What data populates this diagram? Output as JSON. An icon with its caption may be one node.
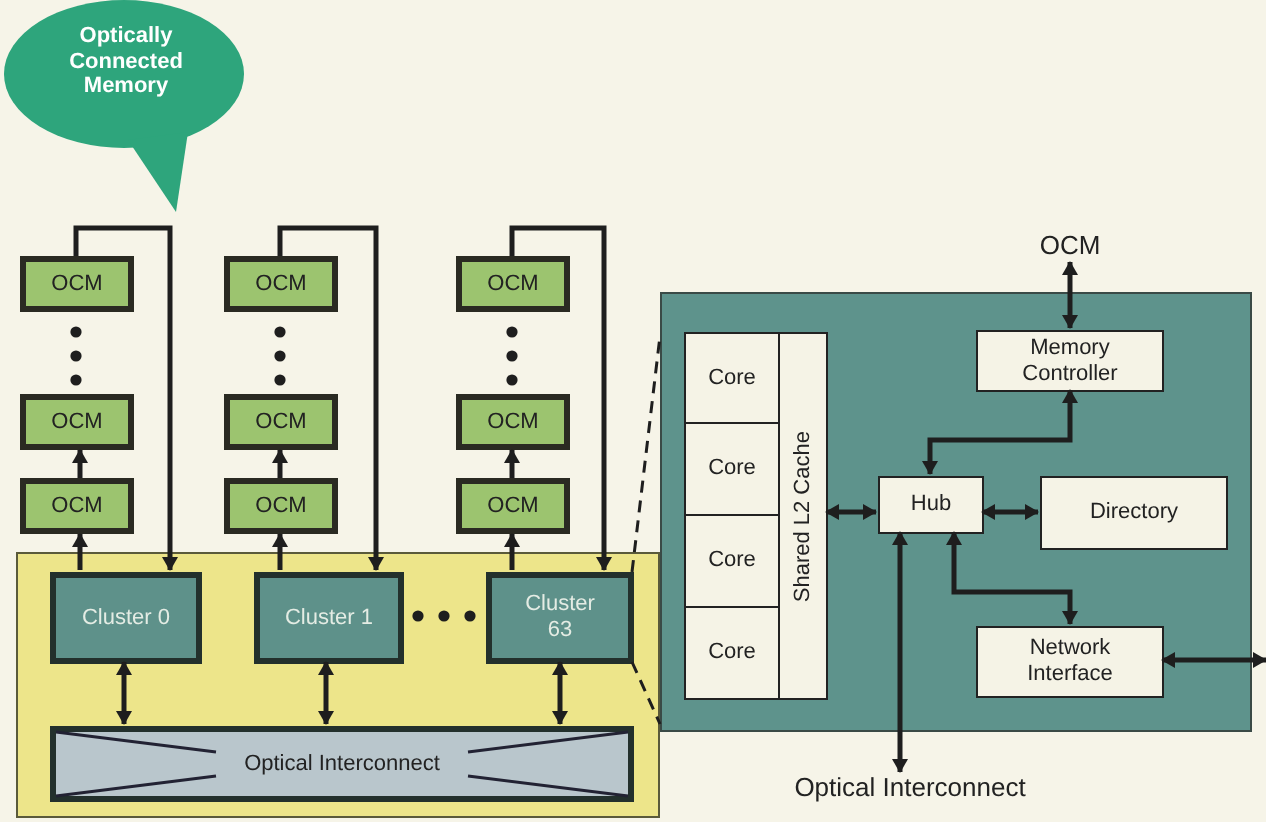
{
  "diagram": {
    "nodes": [
      {
        "text": [
          "Optically Connected Memory"
        ]
      },
      {
        "text": [
          "OCM"
        ]
      },
      {
        "text": [
          "OCM"
        ]
      },
      {
        "text": [
          "OCM"
        ]
      },
      {
        "text": [
          "OCM"
        ]
      },
      {
        "text": [
          "OCM"
        ]
      },
      {
        "text": [
          "OCM"
        ]
      },
      {
        "text": [
          "OCM"
        ]
      },
      {
        "text": [
          "OCM"
        ]
      },
      {
        "text": [
          "OCM"
        ]
      },
      {
        "text": [],
        "shape": "box"
      },
      {
        "text": [
          "Cluster 0"
        ],
        "in": 10
      },
      {
        "text": [
          "Cluster 1"
        ],
        "in": 10
      },
      {
        "text": [
          "Cluster 63"
        ],
        "in": 10
      },
      {
        "text": [
          "Optical Interconnect"
        ],
        "in": 10
      },
      {
        "text": [],
        "shape": "box"
      },
      {
        "text": [
          "Core"
        ],
        "in": 15
      },
      {
        "text": [
          "Core"
        ],
        "in": 15
      },
      {
        "text": [
          "Core"
        ],
        "in": 15
      },
      {
        "text": [
          "Core"
        ],
        "in": 15
      },
      {
        "text": [
          "Shared L2 Cache"
        ],
        "in": 15
      },
      {
        "text": [
          "Hub"
        ],
        "in": 15
      },
      {
        "text": [
          "Memory Controller"
        ],
        "in": 15
      },
      {
        "text": [
          "Directory"
        ],
        "in": 15
      },
      {
        "text": [
          "Network Interface"
        ],
        "in": 15
      },
      {
        "text": [
          "OCM"
        ]
      },
      {
        "text": [
          "Optical Interconnect"
        ]
      }
    ],
    "edges": [
      {
        "from": 3,
        "to": 2,
        "arrow": "to"
      },
      {
        "from": 11,
        "to": 3,
        "arrow": "to"
      },
      {
        "from": 1,
        "to": 11,
        "arrow": "to"
      },
      {
        "from": 6,
        "to": 5,
        "arrow": "to"
      },
      {
        "from": 12,
        "to": 6,
        "arrow": "to"
      },
      {
        "from": 4,
        "to": 12,
        "arrow": "to"
      },
      {
        "from": 9,
        "to": 8,
        "arrow": "to"
      },
      {
        "from": 13,
        "to": 9,
        "arrow": "to"
      },
      {
        "from": 7,
        "to": 13,
        "arrow": "to"
      },
      {
        "from": 11,
        "to": 14,
        "arrow": "both"
      },
      {
        "from": 12,
        "to": 14,
        "arrow": "both"
      },
      {
        "from": 13,
        "to": 14,
        "arrow": "both"
      },
      {
        "from": 25,
        "to": 22,
        "arrow": "both"
      },
      {
        "from": 21,
        "to": 22,
        "arrow": "both"
      },
      {
        "from": 20,
        "to": 21,
        "arrow": "both"
      },
      {
        "from": 21,
        "to": 23,
        "arrow": "both"
      },
      {
        "from": 21,
        "to": 24,
        "arrow": "both"
      },
      {
        "from": 21,
        "to": 26,
        "arrow": "both"
      },
      {
        "from": 24,
        "to": null,
        "arrow": "both"
      },
      {
        "from": 13,
        "to": 15,
        "arrow": "none",
        "style": "dashed"
      },
      {
        "from": 13,
        "to": 15,
        "arrow": "none",
        "style": "dashed"
      }
    ]
  }
}
